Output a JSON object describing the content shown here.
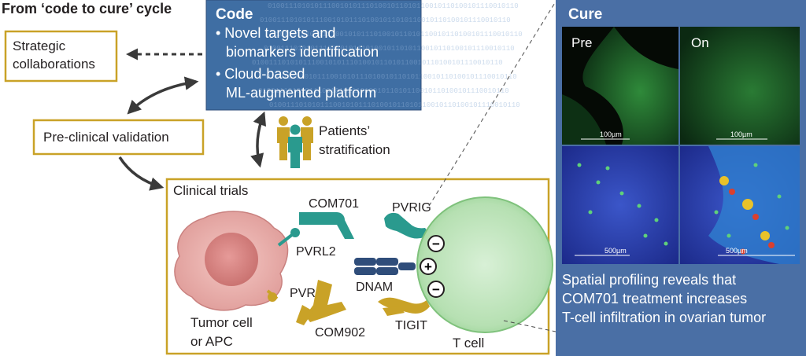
{
  "header": {
    "title": "From ‘code to cure’ cycle"
  },
  "boxes": {
    "strategic_line1": "Strategic",
    "strategic_line2": "collaborations",
    "preclinical": "Pre-clinical validation",
    "clinical": "Clinical trials"
  },
  "code_panel": {
    "title": "Code",
    "bullet1_line1": "• Novel targets and",
    "bullet1_line2": "biomarkers identification",
    "bullet2_line1": "• Cloud-based",
    "bullet2_line2": "ML-augmented platform",
    "background_digits": "01001110101011100101011101001011010110010110100101110010110"
  },
  "stratification": {
    "line1": "Patients’",
    "line2": "stratification"
  },
  "molecules": {
    "com701": "COM701",
    "pvrig": "PVRIG",
    "pvrl2": "PVRL2",
    "dnam": "DNAM",
    "pvr": "PVR",
    "com902": "COM902",
    "tigit": "TIGIT",
    "minus1": "−",
    "plus": "+",
    "minus2": "−"
  },
  "cells": {
    "tumor_line1": "Tumor cell",
    "tumor_line2": "or APC",
    "tcell": "T cell"
  },
  "cure_panel": {
    "title": "Cure",
    "label_pre": "Pre",
    "label_on": "On",
    "scale_top": "100µm",
    "scale_top2": "100µm",
    "scale_bottom": "500µm",
    "scale_bottom2": "500µm",
    "caption_line1": "Spatial profiling reveals that",
    "caption_line2": "COM701 treatment increases",
    "caption_line3": "T-cell infiltration in ovarian tumor"
  },
  "colors": {
    "gold": "#c9a227",
    "code_blue": "#3f6ea3",
    "cure_blue": "#4a6fa5",
    "teal": "#2a9a8e",
    "tcell_green": "#a8d8a8",
    "tumor_pink": "#e9aaa8",
    "navy": "#2f4d7a"
  }
}
